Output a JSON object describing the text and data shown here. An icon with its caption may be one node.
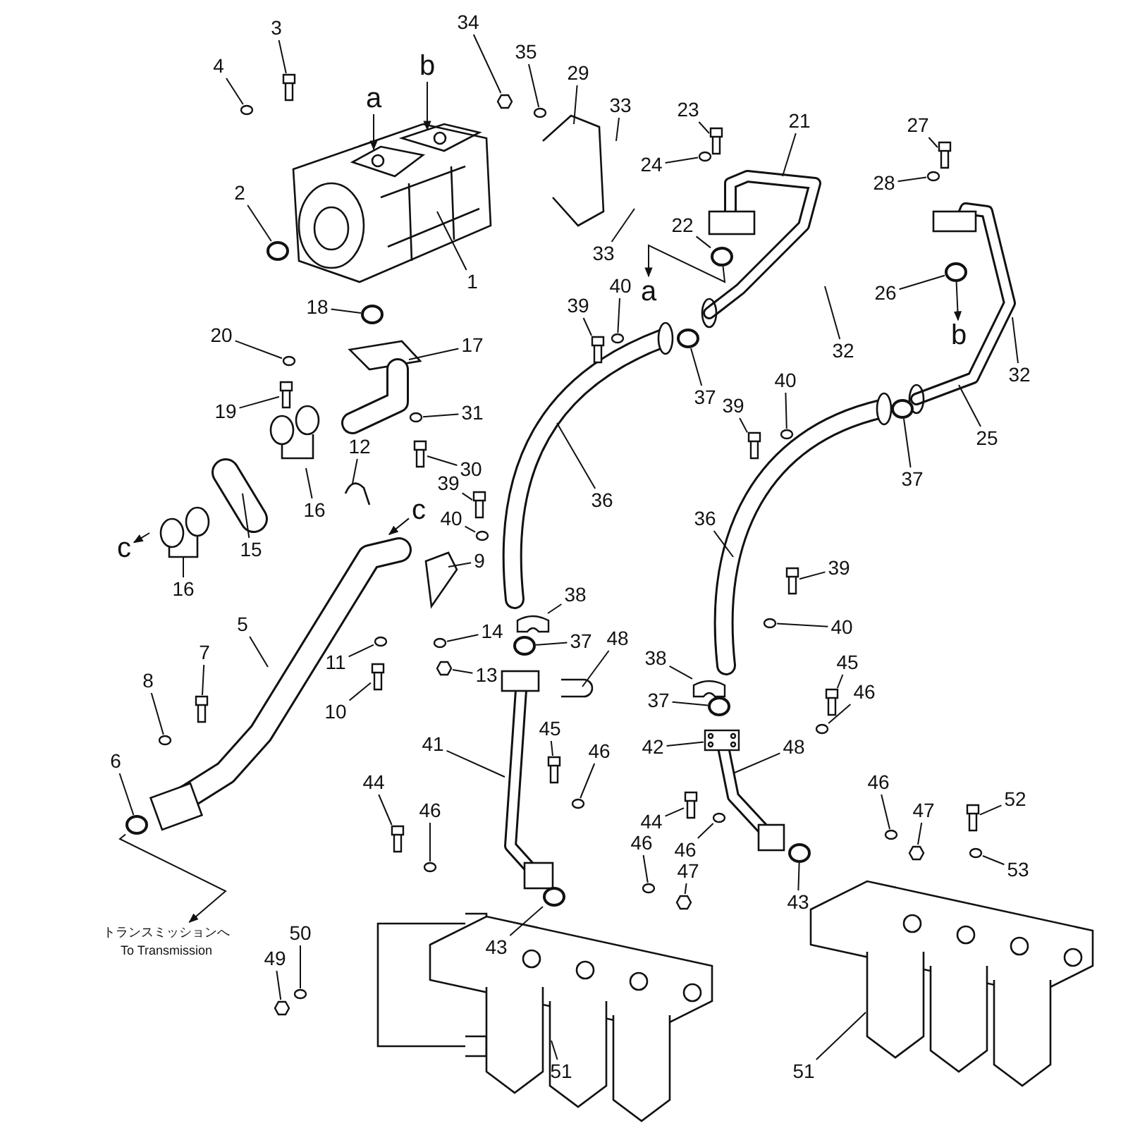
{
  "diagram": {
    "nodes": [
      {
        "text": [
          "3"
        ]
      },
      {
        "text": [
          "4"
        ]
      },
      {
        "text": [
          "a"
        ]
      },
      {
        "text": [
          "b"
        ]
      },
      {
        "text": [
          "34"
        ]
      },
      {
        "text": [
          "35"
        ]
      },
      {
        "text": [
          "29"
        ]
      },
      {
        "text": [
          "33"
        ]
      },
      {
        "text": [
          "23"
        ]
      },
      {
        "text": [
          "21"
        ]
      },
      {
        "text": [
          "24"
        ]
      },
      {
        "text": [
          "2"
        ]
      },
      {
        "text": [
          "1"
        ]
      },
      {
        "text": [
          "33"
        ]
      },
      {
        "text": [
          "22"
        ]
      },
      {
        "text": [
          "a"
        ]
      },
      {
        "text": [
          "27"
        ]
      },
      {
        "text": [
          "28"
        ]
      },
      {
        "text": [
          "18"
        ]
      },
      {
        "text": [
          "26"
        ]
      },
      {
        "text": [
          "b"
        ]
      },
      {
        "text": [
          "32"
        ]
      },
      {
        "text": [
          "39"
        ]
      },
      {
        "text": [
          "40"
        ]
      },
      {
        "text": [
          "20"
        ]
      },
      {
        "text": [
          "17"
        ]
      },
      {
        "text": [
          "37"
        ]
      },
      {
        "text": [
          "32"
        ]
      },
      {
        "text": [
          "19"
        ]
      },
      {
        "text": [
          "31"
        ]
      },
      {
        "text": [
          "40"
        ]
      },
      {
        "text": [
          "39"
        ]
      },
      {
        "text": [
          "37"
        ]
      },
      {
        "text": [
          "25"
        ]
      },
      {
        "text": [
          "12"
        ]
      },
      {
        "text": [
          "30"
        ]
      },
      {
        "text": [
          "36"
        ]
      },
      {
        "text": [
          "39"
        ]
      },
      {
        "text": [
          "40"
        ]
      },
      {
        "text": [
          "16"
        ]
      },
      {
        "text": [
          "15"
        ]
      },
      {
        "text": [
          "c"
        ]
      },
      {
        "text": [
          "c"
        ]
      },
      {
        "text": [
          "36"
        ]
      },
      {
        "text": [
          "9"
        ]
      },
      {
        "text": [
          "16"
        ]
      },
      {
        "text": [
          "39"
        ]
      },
      {
        "text": [
          "5"
        ]
      },
      {
        "text": [
          "38"
        ]
      },
      {
        "text": [
          "14"
        ]
      },
      {
        "text": [
          "40"
        ]
      },
      {
        "text": [
          "37"
        ]
      },
      {
        "text": [
          "48"
        ]
      },
      {
        "text": [
          "7"
        ]
      },
      {
        "text": [
          "11"
        ]
      },
      {
        "text": [
          "13"
        ]
      },
      {
        "text": [
          "45"
        ]
      },
      {
        "text": [
          "46"
        ]
      },
      {
        "text": [
          "38"
        ]
      },
      {
        "text": [
          "8"
        ]
      },
      {
        "text": [
          "10"
        ]
      },
      {
        "text": [
          "37"
        ]
      },
      {
        "text": [
          "41"
        ]
      },
      {
        "text": [
          "42"
        ]
      },
      {
        "text": [
          "48"
        ]
      },
      {
        "text": [
          "45"
        ]
      },
      {
        "text": [
          "46"
        ]
      },
      {
        "text": [
          "6"
        ]
      },
      {
        "text": [
          "44"
        ]
      },
      {
        "text": [
          "46"
        ]
      },
      {
        "text": [
          "44"
        ]
      },
      {
        "text": [
          "46"
        ]
      },
      {
        "text": [
          "46"
        ]
      },
      {
        "text": [
          "47"
        ]
      },
      {
        "text": [
          "52"
        ]
      },
      {
        "text": [
          "46"
        ]
      },
      {
        "text": [
          "47"
        ]
      },
      {
        "text": [
          "53"
        ]
      },
      {
        "text": [
          "43"
        ]
      },
      {
        "text": [
          "43"
        ]
      },
      {
        "text": [
          "50"
        ]
      },
      {
        "text": [
          "49"
        ]
      },
      {
        "text": [
          "51"
        ]
      },
      {
        "text": [
          "51"
        ]
      },
      {
        "text": [
          "トランスミッションへ",
          "To Transmission"
        ]
      },
      {
        "text": [],
        "shape": "bar"
      },
      {
        "text": [],
        "shape": "circle"
      },
      {
        "text": [],
        "shape": "hexagon"
      },
      {
        "text": [],
        "shape": "circle"
      },
      {
        "text": [],
        "shape": "bar"
      },
      {
        "text": [],
        "shape": "circle"
      },
      {
        "text": [],
        "shape": "circle"
      },
      {
        "text": [],
        "shape": "circle"
      },
      {
        "text": [],
        "shape": "bar"
      },
      {
        "text": [],
        "shape": "circle"
      },
      {
        "text": [],
        "shape": "circle"
      },
      {
        "text": [],
        "shape": "circle"
      },
      {
        "text": [],
        "shape": "bar"
      },
      {
        "text": [],
        "shape": "circle"
      },
      {
        "text": [],
        "shape": "circle"
      },
      {
        "text": [],
        "shape": "circle"
      },
      {
        "text": [],
        "shape": "bar"
      },
      {
        "text": [],
        "shape": "circle"
      },
      {
        "text": [],
        "shape": "circle"
      },
      {
        "text": [],
        "shape": "bar"
      },
      {
        "text": [],
        "shape": "circle"
      },
      {
        "text": [],
        "shape": "bar"
      },
      {
        "text": [],
        "shape": "bar"
      },
      {
        "text": [],
        "shape": "circle"
      },
      {
        "text": [],
        "shape": "bar"
      },
      {
        "text": [],
        "shape": "box"
      },
      {
        "text": [],
        "shape": "circle"
      },
      {
        "text": [],
        "shape": "circle"
      },
      {
        "text": [],
        "shape": "circle"
      },
      {
        "text": [],
        "shape": "bar"
      },
      {
        "text": [],
        "shape": "circle"
      },
      {
        "text": [],
        "shape": "hexagon"
      },
      {
        "text": [],
        "shape": "bar"
      },
      {
        "text": [],
        "shape": "circle"
      },
      {
        "text": [],
        "shape": "box"
      },
      {
        "text": [],
        "shape": "circle"
      },
      {
        "text": [],
        "shape": "bar"
      },
      {
        "text": [],
        "shape": "circle"
      },
      {
        "text": [],
        "shape": "bar"
      },
      {
        "text": [],
        "shape": "circle"
      },
      {
        "text": [],
        "shape": "circle"
      },
      {
        "text": [],
        "shape": "bar"
      },
      {
        "text": [],
        "shape": "circle"
      },
      {
        "text": [],
        "shape": "bar"
      },
      {
        "text": [],
        "shape": "circle"
      },
      {
        "text": [],
        "shape": "circle"
      },
      {
        "text": [],
        "shape": "hexagon"
      },
      {
        "text": [],
        "shape": "bar"
      },
      {
        "text": [],
        "shape": "circle"
      },
      {
        "text": [],
        "shape": "hexagon"
      },
      {
        "text": [],
        "shape": "circle"
      },
      {
        "text": [],
        "shape": "circle"
      },
      {
        "text": [],
        "shape": "circle"
      },
      {
        "text": [],
        "shape": "circle"
      },
      {
        "text": [],
        "shape": "hexagon"
      },
      {
        "text": [],
        "shape": "picture"
      },
      {
        "text": [],
        "shape": "box"
      }
    ],
    "edges": [
      {
        "from": 0,
        "to": 85,
        "arrow": "none"
      },
      {
        "from": 1,
        "to": 86,
        "arrow": "none"
      },
      {
        "from": 2,
        "to": 140,
        "arrow": "to"
      },
      {
        "from": 3,
        "to": 140,
        "arrow": "to"
      },
      {
        "from": 4,
        "to": 87,
        "arrow": "none"
      },
      {
        "from": 5,
        "to": 88,
        "arrow": "none"
      },
      {
        "from": 6,
        "to": null,
        "arrow": "none"
      },
      {
        "from": 7,
        "to": null,
        "arrow": "none"
      },
      {
        "from": 8,
        "to": 89,
        "arrow": "none"
      },
      {
        "from": 9,
        "to": null,
        "arrow": "none"
      },
      {
        "from": 10,
        "to": 90,
        "arrow": "none"
      },
      {
        "from": 11,
        "to": 91,
        "arrow": "none"
      },
      {
        "from": 12,
        "to": 140,
        "arrow": "none"
      },
      {
        "from": 13,
        "to": null,
        "arrow": "none"
      },
      {
        "from": 14,
        "to": 92,
        "arrow": "none"
      },
      {
        "from": 92,
        "to": 15,
        "arrow": "to"
      },
      {
        "from": 16,
        "to": 93,
        "arrow": "none"
      },
      {
        "from": 17,
        "to": 94,
        "arrow": "none"
      },
      {
        "from": 18,
        "to": 95,
        "arrow": "none"
      },
      {
        "from": 19,
        "to": 96,
        "arrow": "none"
      },
      {
        "from": 96,
        "to": 20,
        "arrow": "to"
      },
      {
        "from": 21,
        "to": null,
        "arrow": "none"
      },
      {
        "from": 22,
        "to": 97,
        "arrow": "none"
      },
      {
        "from": 23,
        "to": 98,
        "arrow": "none"
      },
      {
        "from": 24,
        "to": 99,
        "arrow": "none"
      },
      {
        "from": 25,
        "to": null,
        "arrow": "none"
      },
      {
        "from": 26,
        "to": 100,
        "arrow": "none"
      },
      {
        "from": 27,
        "to": null,
        "arrow": "none"
      },
      {
        "from": 28,
        "to": 101,
        "arrow": "none"
      },
      {
        "from": 29,
        "to": 102,
        "arrow": "none"
      },
      {
        "from": 30,
        "to": 103,
        "arrow": "none"
      },
      {
        "from": 31,
        "to": 104,
        "arrow": "none"
      },
      {
        "from": 32,
        "to": 105,
        "arrow": "none"
      },
      {
        "from": 33,
        "to": null,
        "arrow": "none"
      },
      {
        "from": 34,
        "to": null,
        "arrow": "none"
      },
      {
        "from": 35,
        "to": 106,
        "arrow": "none"
      },
      {
        "from": 36,
        "to": null,
        "arrow": "none"
      },
      {
        "from": 37,
        "to": 107,
        "arrow": "none"
      },
      {
        "from": 38,
        "to": 108,
        "arrow": "none"
      },
      {
        "from": 39,
        "to": null,
        "arrow": "none"
      },
      {
        "from": 40,
        "to": null,
        "arrow": "none"
      },
      {
        "from": 41,
        "to": null,
        "arrow": "to"
      },
      {
        "from": null,
        "to": 42,
        "arrow": "to"
      },
      {
        "from": 43,
        "to": null,
        "arrow": "none"
      },
      {
        "from": 44,
        "to": null,
        "arrow": "none"
      },
      {
        "from": 45,
        "to": null,
        "arrow": "none"
      },
      {
        "from": 46,
        "to": 109,
        "arrow": "none"
      },
      {
        "from": 47,
        "to": null,
        "arrow": "none"
      },
      {
        "from": 48,
        "to": 110,
        "arrow": "none"
      },
      {
        "from": 49,
        "to": 111,
        "arrow": "none"
      },
      {
        "from": 50,
        "to": 112,
        "arrow": "none"
      },
      {
        "from": 51,
        "to": 113,
        "arrow": "none"
      },
      {
        "from": 52,
        "to": null,
        "arrow": "none"
      },
      {
        "from": 53,
        "to": 114,
        "arrow": "none"
      },
      {
        "from": 54,
        "to": 115,
        "arrow": "none"
      },
      {
        "from": 55,
        "to": 116,
        "arrow": "none"
      },
      {
        "from": 56,
        "to": 117,
        "arrow": "none"
      },
      {
        "from": 57,
        "to": 118,
        "arrow": "none"
      },
      {
        "from": 58,
        "to": 119,
        "arrow": "none"
      },
      {
        "from": 59,
        "to": 120,
        "arrow": "none"
      },
      {
        "from": 60,
        "to": 121,
        "arrow": "none"
      },
      {
        "from": 61,
        "to": 122,
        "arrow": "none"
      },
      {
        "from": 62,
        "to": null,
        "arrow": "none"
      },
      {
        "from": 63,
        "to": 141,
        "arrow": "none"
      },
      {
        "from": 64,
        "to": null,
        "arrow": "none"
      },
      {
        "from": 65,
        "to": 123,
        "arrow": "none"
      },
      {
        "from": 66,
        "to": 124,
        "arrow": "none"
      },
      {
        "from": 67,
        "to": 125,
        "arrow": "none"
      },
      {
        "from": 68,
        "to": 126,
        "arrow": "none"
      },
      {
        "from": 69,
        "to": 127,
        "arrow": "none"
      },
      {
        "from": 70,
        "to": 128,
        "arrow": "none"
      },
      {
        "from": 71,
        "to": 129,
        "arrow": "none"
      },
      {
        "from": 72,
        "to": 130,
        "arrow": "none"
      },
      {
        "from": 73,
        "to": 131,
        "arrow": "none"
      },
      {
        "from": 74,
        "to": 132,
        "arrow": "none"
      },
      {
        "from": 75,
        "to": 133,
        "arrow": "none"
      },
      {
        "from": 76,
        "to": 134,
        "arrow": "none"
      },
      {
        "from": 77,
        "to": 135,
        "arrow": "none"
      },
      {
        "from": 78,
        "to": 136,
        "arrow": "none"
      },
      {
        "from": 79,
        "to": 137,
        "arrow": "none"
      },
      {
        "from": 80,
        "to": 138,
        "arrow": "none"
      },
      {
        "from": 81,
        "to": 139,
        "arrow": "none"
      },
      {
        "from": 82,
        "to": null,
        "arrow": "none"
      },
      {
        "from": 83,
        "to": null,
        "arrow": "none"
      },
      {
        "from": 125,
        "to": 84,
        "arrow": "to"
      }
    ]
  }
}
